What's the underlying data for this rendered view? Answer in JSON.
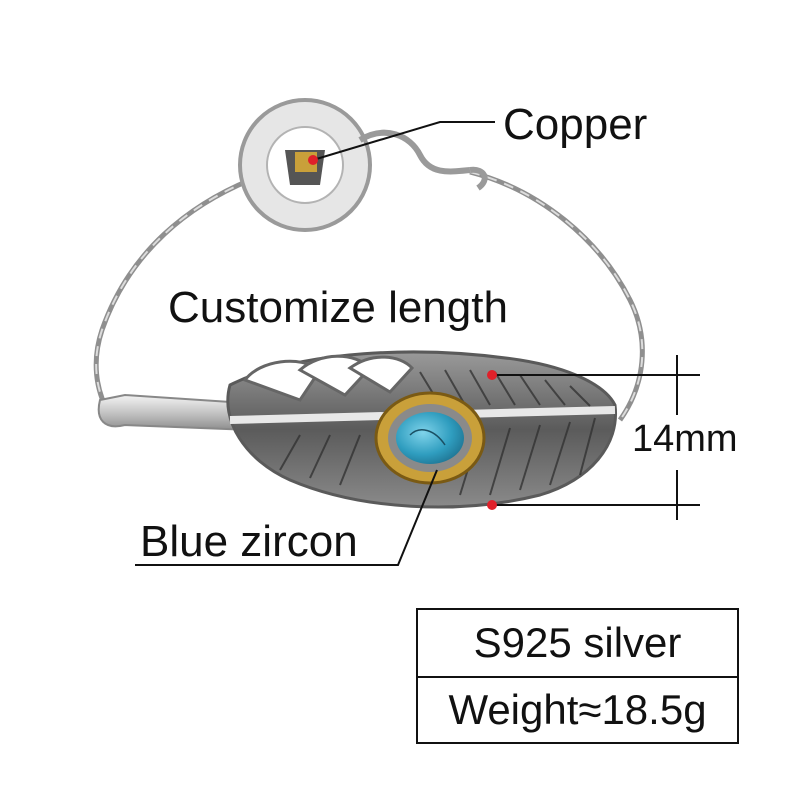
{
  "labels": {
    "copper": "Copper",
    "length": "Customize length",
    "size": "14mm",
    "zircon": "Blue zircon"
  },
  "specs": {
    "material": "S925 silver",
    "weight": "Weight≈18.5g"
  },
  "colors": {
    "silver": "#c9c9c9",
    "dark_silver": "#4a4a4a",
    "gold": "#c9a03a",
    "turquoise": "#3aa8c9",
    "marker_red": "#e0202a",
    "text": "#111111"
  }
}
